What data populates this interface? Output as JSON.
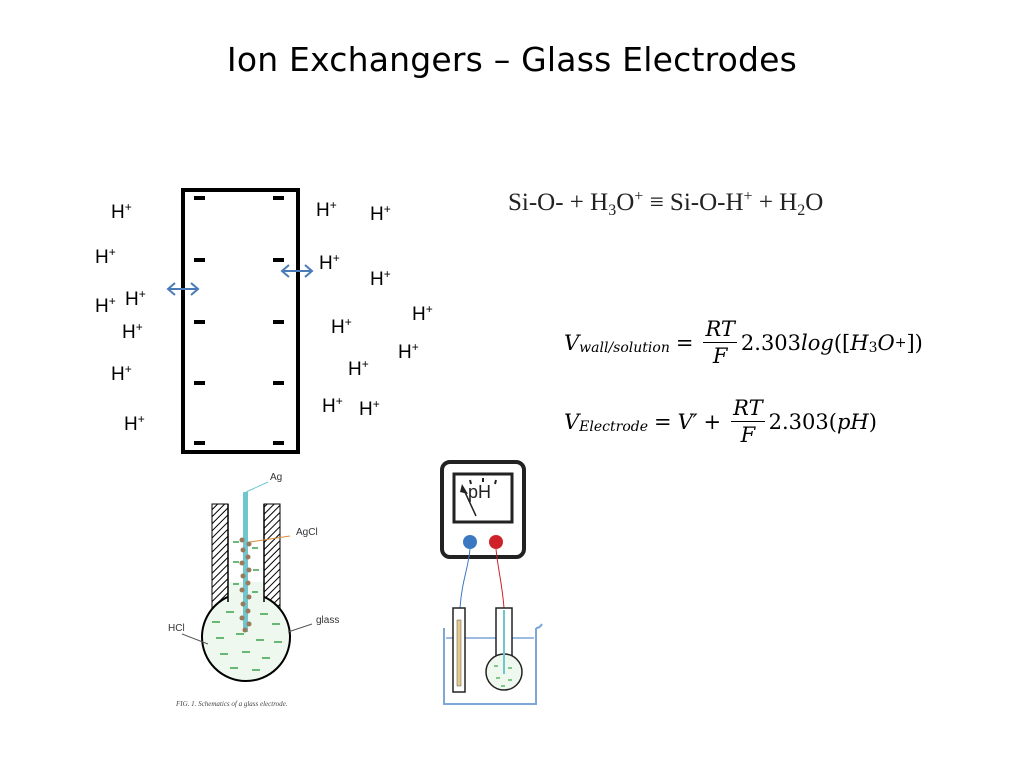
{
  "slide": {
    "title": "Ion Exchangers – Glass Electrodes"
  },
  "ions": {
    "symbol": "H",
    "charge": "+"
  },
  "reaction": {
    "lhs1": "Si-O- + H",
    "lhs1_sub": "3",
    "lhs1_tail": "O",
    "lhs1_sup": "+",
    "op": "≡",
    "rhs1": "Si-O-H",
    "rhs1_sup": "+",
    "rhs2": "+ H",
    "rhs2_sub": "2",
    "rhs2_tail": "O"
  },
  "equation1": {
    "lhs": "V",
    "lhs_sub": "wall/solution",
    "equals": "=",
    "num": "RT",
    "den": "F",
    "rhs_coef": "2.303",
    "rhs_fn": "log",
    "rhs_open": "([",
    "rhs_var": "H",
    "rhs_var_sub": "3",
    "rhs_var2": "O",
    "rhs_var2_sup": "+",
    "rhs_close": "])"
  },
  "equation2": {
    "lhs": "V",
    "lhs_sub": "Electrode",
    "equals": "=",
    "v_prime": "V′",
    "plus": "+",
    "num": "RT",
    "den": "F",
    "rhs_coef": "2.303",
    "rhs_open": "(",
    "rhs_var": "pH",
    "rhs_close": ")"
  },
  "electrode_figure": {
    "label_ag": "Ag",
    "label_agcl": "AgCl",
    "label_hcl": "HCl",
    "label_glass": "glass",
    "caption": "FIG. 1. Schematics of a glass electrode."
  },
  "ph_meter": {
    "display": "pH",
    "probe_colors": {
      "left": "#3b78c2",
      "right": "#d0202a"
    }
  },
  "colors": {
    "arrow": "#4a7ab8",
    "solution": "#3aa34a",
    "beaker": "#7fa6d8"
  }
}
